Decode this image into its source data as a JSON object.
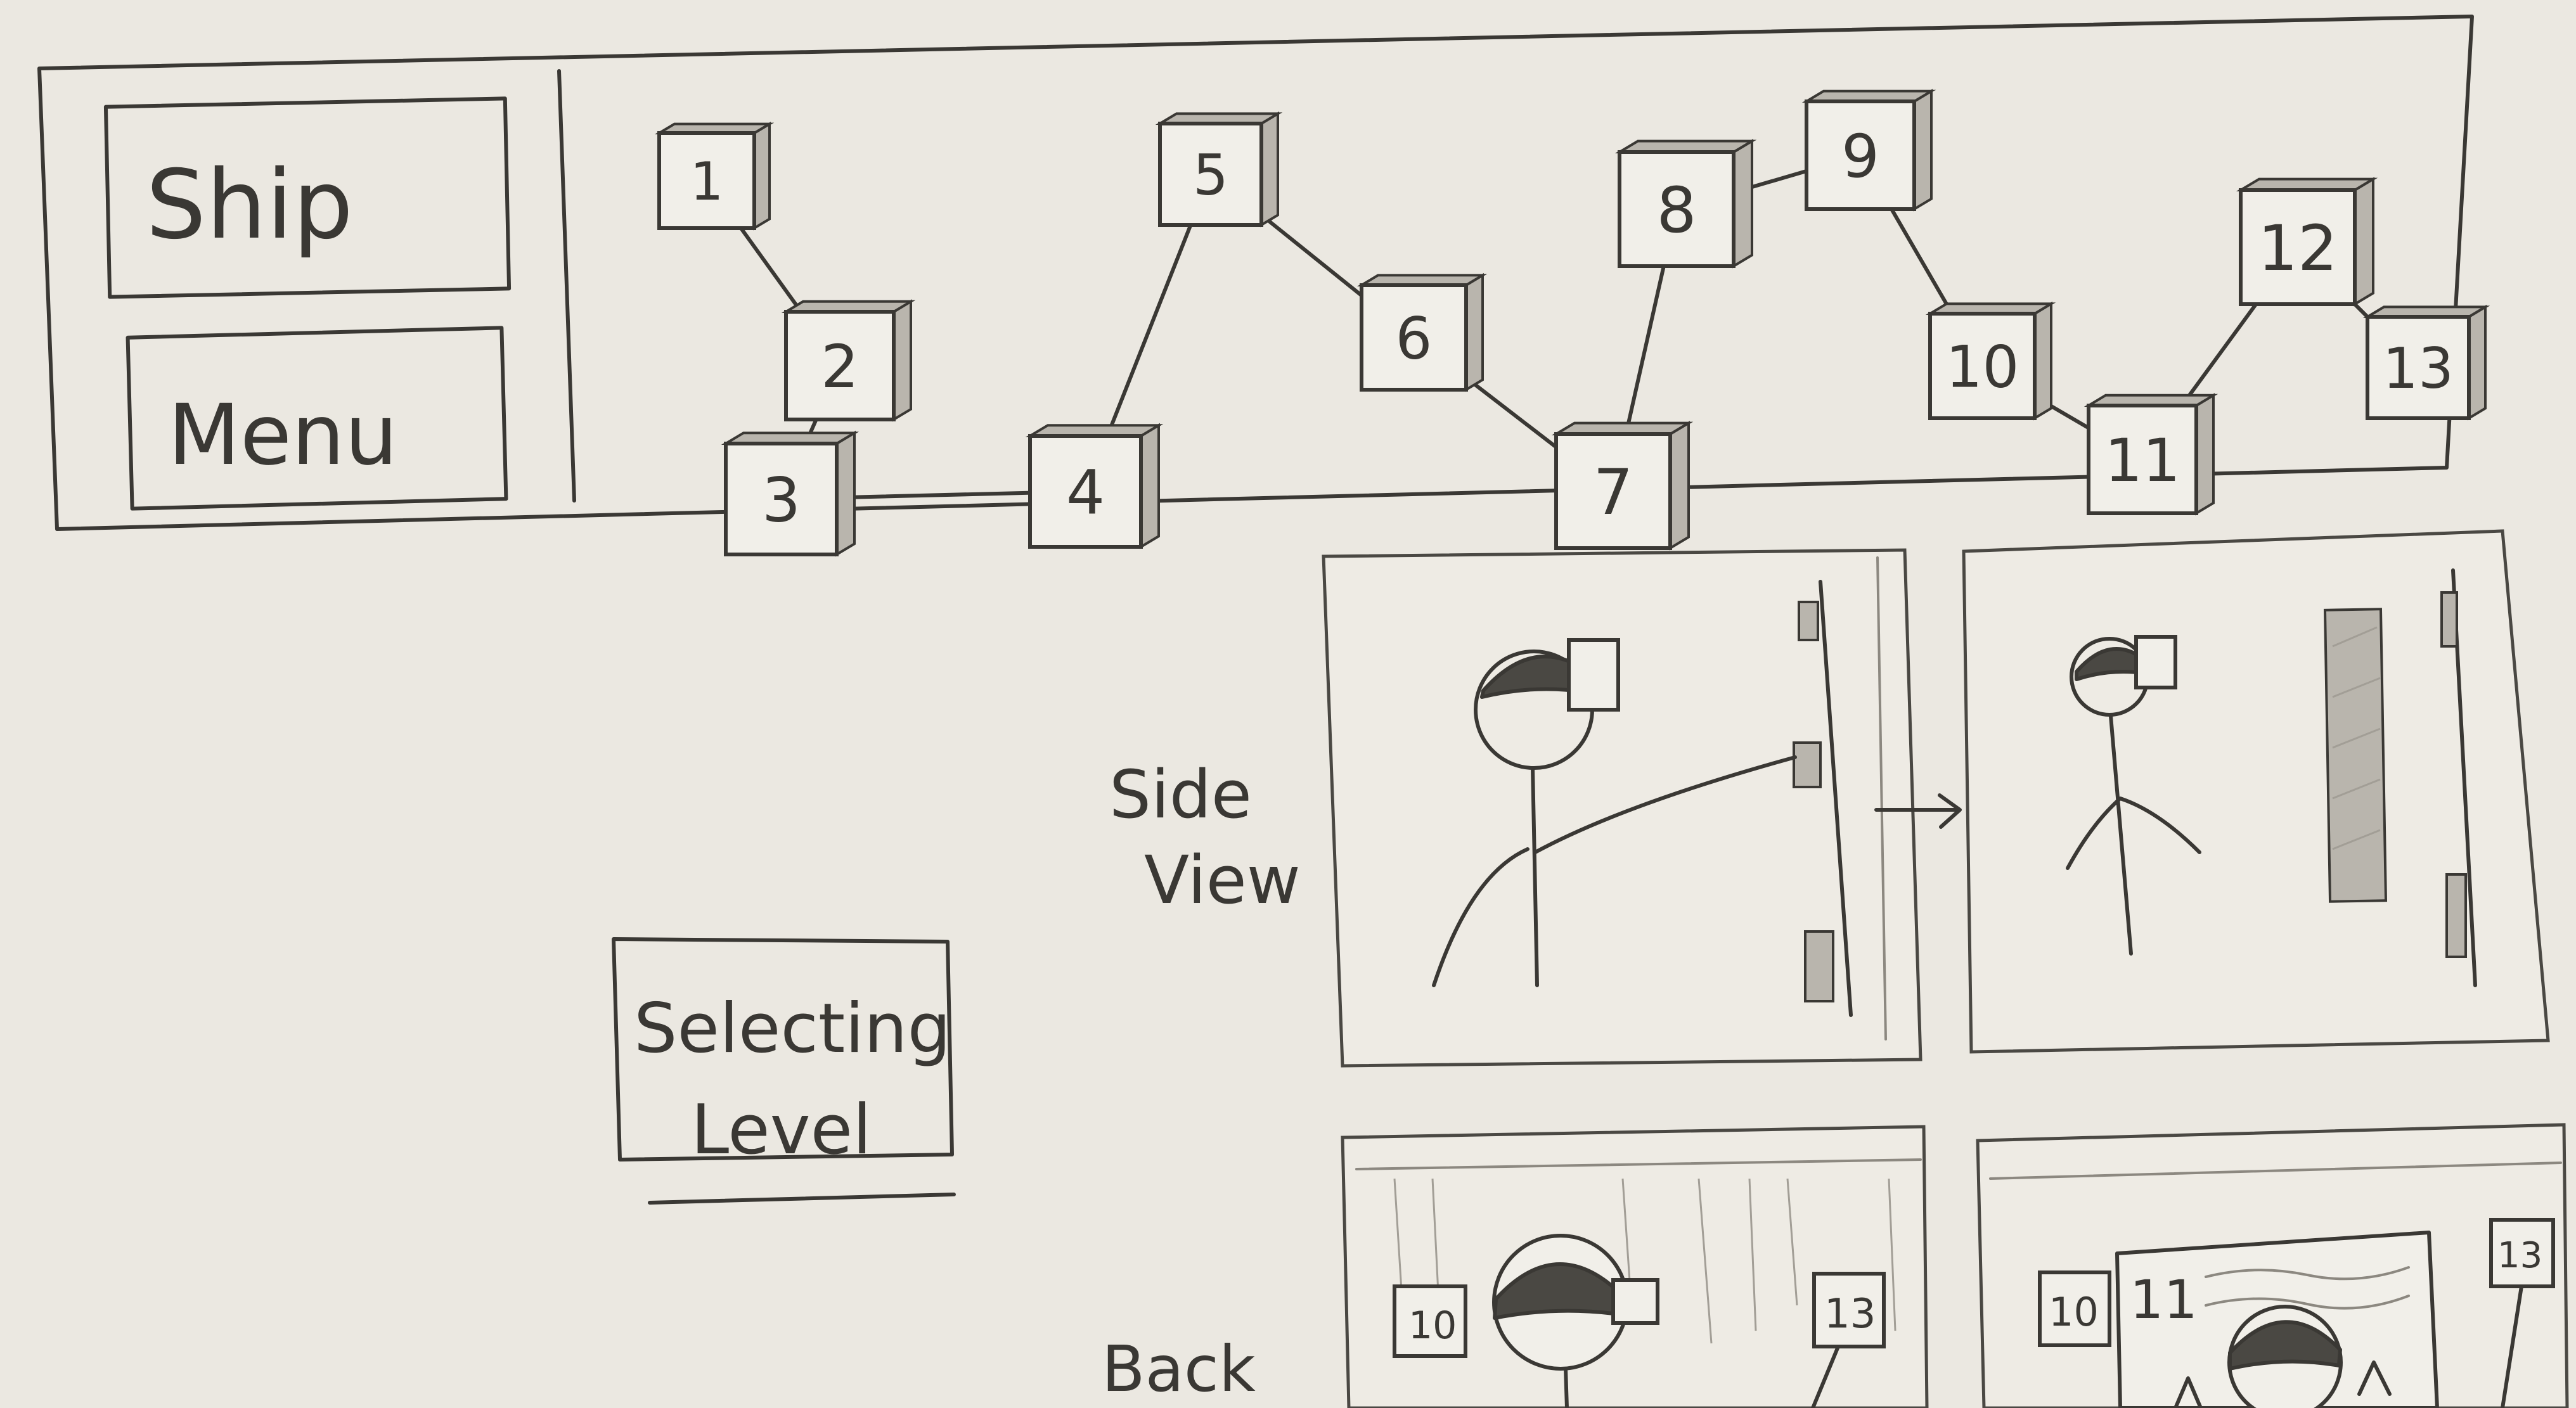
{
  "sidebar": {
    "ship_label": "Ship",
    "menu_label": "Menu"
  },
  "level_map": {
    "nodes": [
      {
        "id": "1",
        "label": "1"
      },
      {
        "id": "2",
        "label": "2"
      },
      {
        "id": "3",
        "label": "3"
      },
      {
        "id": "4",
        "label": "4"
      },
      {
        "id": "5",
        "label": "5"
      },
      {
        "id": "6",
        "label": "6"
      },
      {
        "id": "7",
        "label": "7"
      },
      {
        "id": "8",
        "label": "8"
      },
      {
        "id": "9",
        "label": "9"
      },
      {
        "id": "10",
        "label": "10"
      },
      {
        "id": "11",
        "label": "11"
      },
      {
        "id": "12",
        "label": "12"
      },
      {
        "id": "13",
        "label": "13"
      }
    ],
    "edges": [
      [
        "1",
        "2"
      ],
      [
        "2",
        "3"
      ],
      [
        "3",
        "4"
      ],
      [
        "4",
        "5"
      ],
      [
        "5",
        "6"
      ],
      [
        "6",
        "7"
      ],
      [
        "7",
        "8"
      ],
      [
        "8",
        "9"
      ],
      [
        "9",
        "10"
      ],
      [
        "10",
        "11"
      ],
      [
        "11",
        "12"
      ],
      [
        "12",
        "13"
      ]
    ]
  },
  "selecting_box": {
    "line1": "Selecting",
    "line2": "Level"
  },
  "views": {
    "side_view_line1": "Side",
    "side_view_line2": "View",
    "back_label": "Back",
    "back_left_nodes": [
      "10",
      "13"
    ],
    "back_right_nodes": [
      "10",
      "11",
      "13"
    ]
  }
}
